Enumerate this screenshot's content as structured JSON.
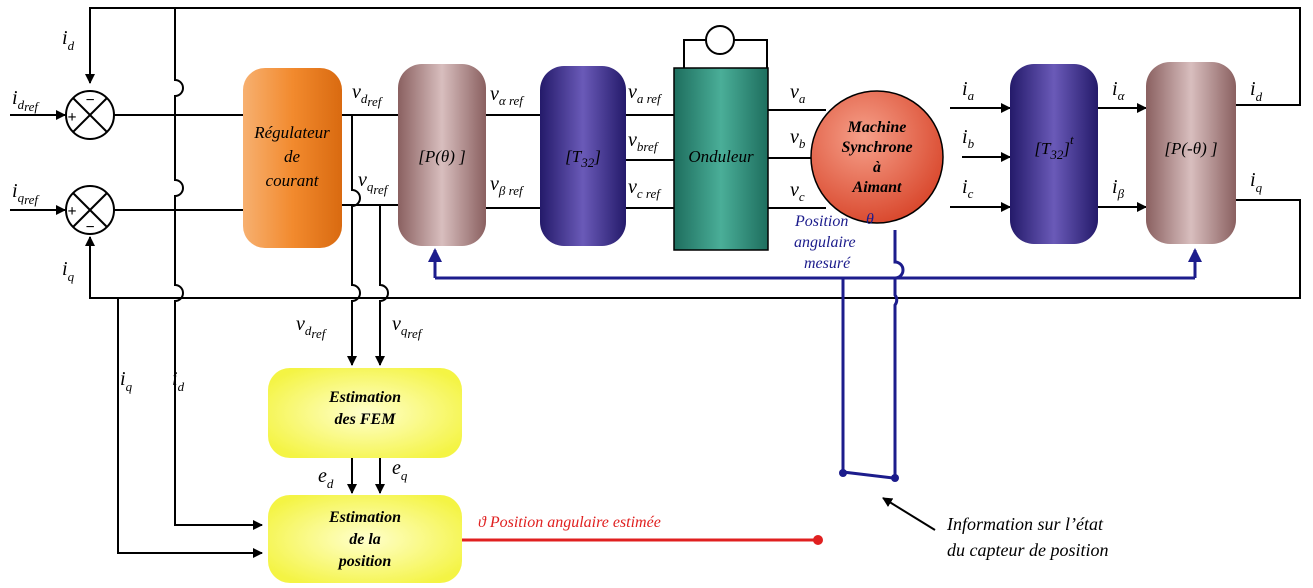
{
  "blocks": {
    "regulator": [
      "Régulateur",
      "de",
      "courant"
    ],
    "park": "[P(θ) ]",
    "t32": "[T",
    "t32_sub": "32",
    "t32_close": "]",
    "inverter": "Onduleur",
    "machine": [
      "Machine",
      "Synchrone",
      "à",
      "Aimant"
    ],
    "t32t": "[T",
    "t32t_sub": "32",
    "t32t_close": "]",
    "t32t_sup": "t",
    "park_inv": "[P(-θ) ]",
    "fem": [
      "Estimation",
      "des FEM"
    ],
    "pos_est": [
      "Estimation",
      "de la",
      "position"
    ]
  },
  "signals": {
    "id_top": {
      "main": "i",
      "sub": "d"
    },
    "idref": {
      "main": "i",
      "sub": "d",
      "sub2": "ref"
    },
    "iqref": {
      "main": "i",
      "sub": "q",
      "sub2": "ref"
    },
    "iq_left": {
      "main": "i",
      "sub": "q"
    },
    "vdref": {
      "main": "v",
      "sub": "d",
      "sub2": "ref"
    },
    "vqref": {
      "main": "v",
      "sub": "q",
      "sub2": "ref"
    },
    "valpharef": {
      "main": "v",
      "sub": "α ref"
    },
    "vbetaref": {
      "main": "v",
      "sub": "β ref"
    },
    "varef": {
      "main": "v",
      "sub": "a ref"
    },
    "vbref": {
      "main": "v",
      "sub": "bref"
    },
    "vcref": {
      "main": "v",
      "sub": "c ref"
    },
    "va": {
      "main": "v",
      "sub": "a"
    },
    "vb": {
      "main": "v",
      "sub": "b"
    },
    "vc": {
      "main": "v",
      "sub": "c"
    },
    "ia": {
      "main": "i",
      "sub": "a"
    },
    "ib": {
      "main": "i",
      "sub": "b"
    },
    "ic": {
      "main": "i",
      "sub": "c"
    },
    "ialpha": {
      "main": "i",
      "sub": "α"
    },
    "ibeta": {
      "main": "i",
      "sub": "β"
    },
    "id_out": {
      "main": "i",
      "sub": "d"
    },
    "iq_out": {
      "main": "i",
      "sub": "q"
    },
    "vdref_low": {
      "main": "v",
      "sub": "d",
      "sub2": "ref"
    },
    "vqref_low": {
      "main": "v",
      "sub": "q",
      "sub2": "ref"
    },
    "iq_low": {
      "main": "i",
      "sub": "q"
    },
    "id_low": {
      "main": "i",
      "sub": "d"
    },
    "ed": {
      "main": "e",
      "sub": "d"
    },
    "eq": {
      "main": "e",
      "sub": "q"
    }
  },
  "sum_signs": {
    "plus": "+",
    "minus": "−"
  },
  "annotations": {
    "position_measured": [
      "Position",
      "angulaire",
      "mesuré"
    ],
    "theta": "θ",
    "estimated": "ϑ Position angulaire estimée",
    "sensor_state": [
      "Information sur l’état",
      "du capteur de position"
    ]
  },
  "colors": {
    "regulator": "#f28a2e",
    "park": "#b08c8c",
    "t32": "#3b2a8c",
    "inverter": "#2e8c78",
    "machine": "#e0553a",
    "estimation": "#ffff66",
    "measured_line": "#1c1c8c",
    "estimated_line": "#e02020"
  }
}
